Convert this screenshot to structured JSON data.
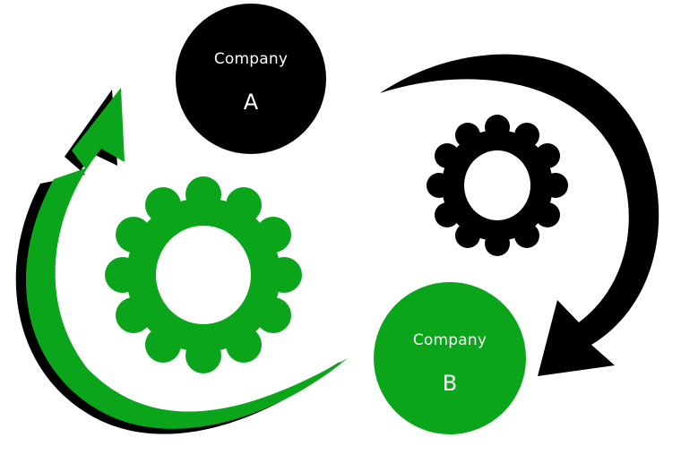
{
  "nodes": {
    "company_a": {
      "word": "Company",
      "letter": "A",
      "color": "#000000"
    },
    "company_b": {
      "word": "Company",
      "letter": "B",
      "color": "#0aa51a"
    }
  },
  "colors": {
    "green": "#0aa51a",
    "black": "#000000",
    "background": "#ffffff"
  },
  "icons": {
    "green_gear": "gear-icon",
    "black_gear": "gear-icon",
    "green_arrow": "curved-arrow-icon",
    "black_arrow": "curved-arrow-icon"
  }
}
